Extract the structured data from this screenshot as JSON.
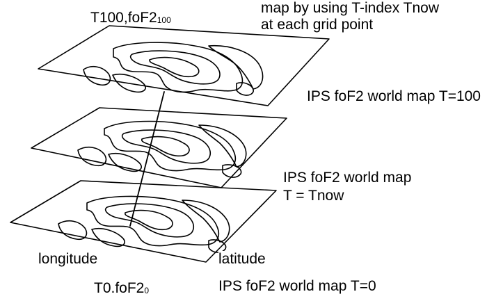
{
  "labels": {
    "top_formula_main": "T100,foF2",
    "top_formula_sub": "100",
    "bottom_formula_main": "T0.foF2",
    "bottom_formula_sub": "0",
    "interp_line1": "map by using  T-index Tnow",
    "interp_line2": "at each grid point",
    "map_t100": "IPS foF2 world map T=100",
    "map_tnow_line1": "IPS foF2 world map",
    "map_tnow_line2": "T = Tnow",
    "map_t0": "IPS foF2 world map T=0",
    "longitude": "longitude",
    "latitude": "latitude"
  },
  "colors": {
    "ink": "#000000",
    "background": "#ffffff"
  }
}
